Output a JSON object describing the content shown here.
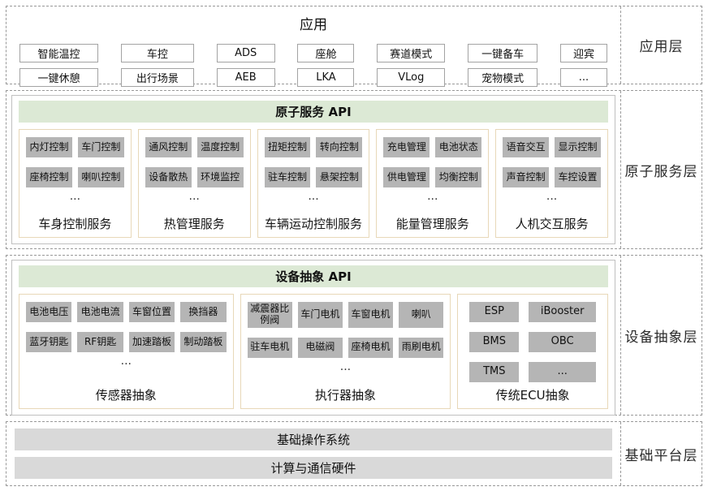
{
  "colors": {
    "api-green": "#dce9d5",
    "item-gray": "#b5b5b5",
    "base-bar-gray": "#d9d9d9",
    "group-border-tan": "#e8d8b8"
  },
  "app": {
    "title": "应用",
    "layer_label": "应用层",
    "row1": [
      "智能温控",
      "车控",
      "ADS",
      "座舱",
      "赛道模式",
      "一键备车",
      "迎宾"
    ],
    "row2": [
      "一键休憩",
      "出行场景",
      "AEB",
      "LKA",
      "VLog",
      "宠物模式",
      "..."
    ]
  },
  "atomic": {
    "api_title": "原子服务 API",
    "layer_label": "原子服务层",
    "groups": [
      {
        "name": "车身控制服务",
        "more": "...",
        "items": [
          "内灯控制",
          "车门控制",
          "座椅控制",
          "喇叭控制"
        ]
      },
      {
        "name": "热管理服务",
        "more": "...",
        "items": [
          "通风控制",
          "温度控制",
          "设备散热",
          "环境监控"
        ]
      },
      {
        "name": "车辆运动控制服务",
        "more": "...",
        "items": [
          "扭矩控制",
          "转向控制",
          "驻车控制",
          "悬架控制"
        ]
      },
      {
        "name": "能量管理服务",
        "more": "...",
        "items": [
          "充电管理",
          "电池状态",
          "供电管理",
          "均衡控制"
        ]
      },
      {
        "name": "人机交互服务",
        "more": "...",
        "items": [
          "语音交互",
          "显示控制",
          "声音控制",
          "车控设置"
        ]
      }
    ]
  },
  "device": {
    "api_title": "设备抽象 API",
    "layer_label": "设备抽象层",
    "groups": [
      {
        "name": "传感器抽象",
        "more": "...",
        "items": [
          "电池电压",
          "电池电流",
          "车窗位置",
          "换挡器",
          "蓝牙钥匙",
          "RF钥匙",
          "加速踏板",
          "制动踏板"
        ]
      },
      {
        "name": "执行器抽象",
        "more": "...",
        "items": [
          "减震器比例阀",
          "车门电机",
          "车窗电机",
          "喇叭",
          "驻车电机",
          "电磁阀",
          "座椅电机",
          "雨刷电机"
        ]
      },
      {
        "name": "传统ECU抽象",
        "items": [
          "ESP",
          "iBooster",
          "BMS",
          "OBC",
          "TMS",
          "..."
        ]
      }
    ]
  },
  "base": {
    "layer_label": "基础平台层",
    "bars": [
      "基础操作系统",
      "计算与通信硬件"
    ]
  }
}
